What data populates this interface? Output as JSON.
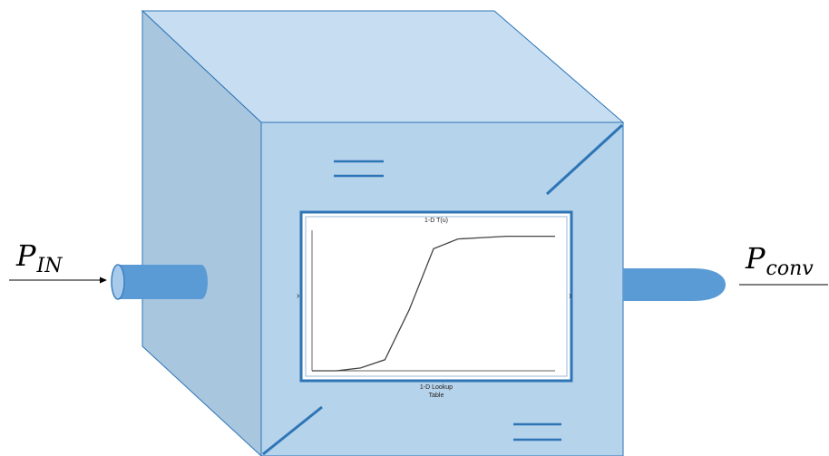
{
  "diagram": {
    "input_symbol": "P",
    "input_subscript": "IN",
    "output_symbol": "P",
    "output_subscript": "conv",
    "block_title": "1-D T(u)",
    "block_caption_line1": "1-D Lookup",
    "block_caption_line2": "Table"
  },
  "colors": {
    "cube_front": "#b6d3ec",
    "cube_top": "#c7def2",
    "cube_left": "#a9c6df",
    "cube_edge": "#2e75b6",
    "accent_blue": "#2e75b6",
    "pipe_blue": "#5b9bd5",
    "pipe_dark": "#3d7fbf",
    "block_border": "#2e75b6",
    "curve": "#444444",
    "axis": "#666666"
  },
  "lookup_curve": {
    "u": [
      0,
      1,
      2,
      3,
      4,
      5,
      6,
      7,
      8,
      9,
      10
    ],
    "t": [
      0.0,
      0.0,
      0.02,
      0.08,
      0.44,
      0.88,
      0.95,
      0.96,
      0.97,
      0.97,
      0.97
    ]
  }
}
